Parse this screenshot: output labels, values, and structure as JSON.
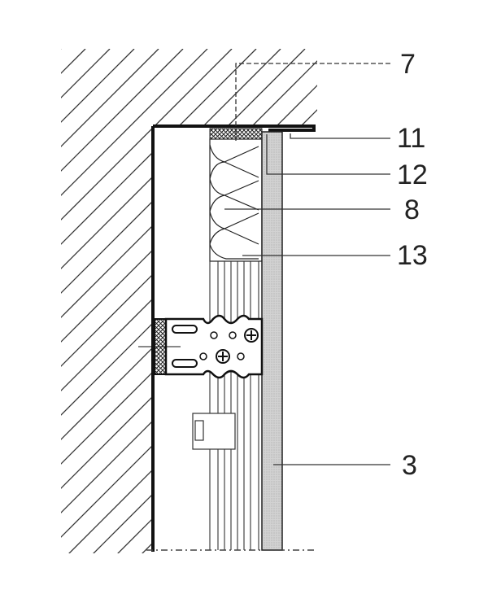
{
  "diagram": {
    "callouts": [
      {
        "id": "c7",
        "label": "7"
      },
      {
        "id": "c11",
        "label": "11"
      },
      {
        "id": "c12",
        "label": "12"
      },
      {
        "id": "c8",
        "label": "8"
      },
      {
        "id": "c13",
        "label": "13"
      },
      {
        "id": "c3",
        "label": "3"
      }
    ],
    "colors": {
      "line": "#1a1a1a",
      "panel": "#cfcfcf",
      "hatch": "#333333"
    }
  }
}
